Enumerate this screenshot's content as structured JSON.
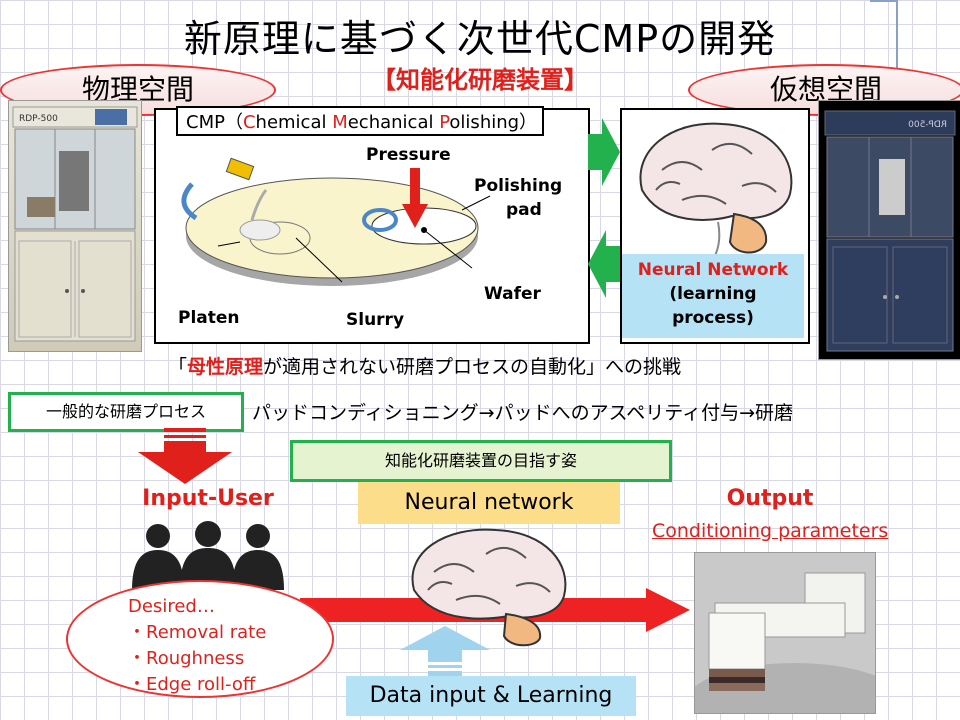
{
  "header": {
    "title": "新原理に基づく次世代CMPの開発",
    "subtitle": "【知能化研磨装置】"
  },
  "labels": {
    "physical_space": "物理空間",
    "virtual_space": "仮想空間"
  },
  "machines": {
    "left_model": "RDP-500",
    "right_model": "RDP-500"
  },
  "cmp": {
    "title_parts": [
      "CMP（",
      "C",
      "hemical ",
      "M",
      "echanical ",
      "P",
      "olishing）"
    ],
    "pressure": "Pressure",
    "polishing_pad_line1": "Polishing",
    "polishing_pad_line2": "pad",
    "wafer": "Wafer",
    "platen": "Platen",
    "slurry": "Slurry"
  },
  "neural_panel": {
    "line1": "Neural Network",
    "line2": "(learning",
    "line3": "process)"
  },
  "challenge": {
    "prefix": "「",
    "highlight": "母性原理",
    "suffix": "が適用されない研磨プロセスの自動化」への挑戦"
  },
  "process": {
    "box_label": "一般的な研磨プロセス",
    "flow_text": "パッドコンディショニング→パッドへのアスペリティ付与→研磨"
  },
  "goal_box": "知能化研磨装置の目指す姿",
  "flow": {
    "input_user": "Input-User",
    "neural_network": "Neural network",
    "output": "Output",
    "conditioning_parameters": "Conditioning parameters",
    "desired": "Desired…",
    "items": [
      "・Removal rate",
      "・Roughness",
      "・Edge roll-off"
    ],
    "data_input": "Data input & Learning"
  },
  "colors": {
    "accent_red": "#e0201b",
    "green": "#22b14c",
    "light_blue": "#b6e2f5",
    "banner_yellow": "#fbdd8a"
  },
  "icons": [
    "brain-icon",
    "arrow-right-icon",
    "arrow-left-icon",
    "arrow-down-icon",
    "arrow-up-icon",
    "people-silhouette-icon"
  ]
}
